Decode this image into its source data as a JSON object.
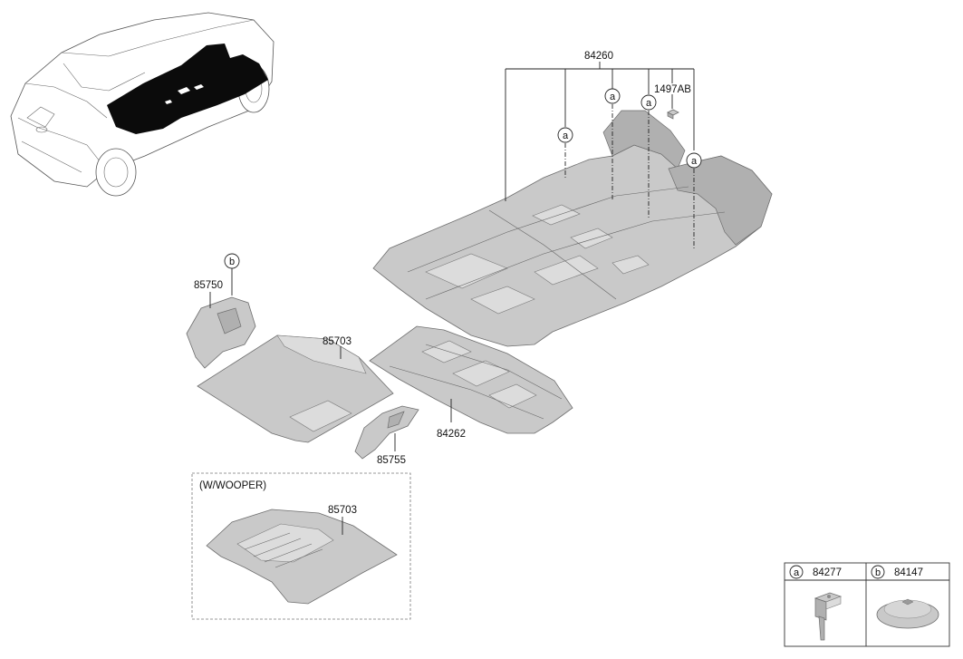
{
  "labels": {
    "main_carpet": "84260",
    "clip_1497ab": "1497AB",
    "rear_mat": "85703",
    "rear_mat_woofer": "85703",
    "side_cover_left": "85750",
    "side_cover_right": "85755",
    "second_row_carpet": "84262"
  },
  "callouts": {
    "a": "a",
    "b": "b"
  },
  "variant_box": {
    "title": "(W/WOOPER)"
  },
  "legend": {
    "items": [
      {
        "letter": "a",
        "part": "84277",
        "icon": "push-clip-icon"
      },
      {
        "letter": "b",
        "part": "84147",
        "icon": "round-fastener-icon"
      }
    ]
  },
  "colors": {
    "part_fill": "#c9c9c9",
    "part_stroke": "#6e6e6e",
    "line": "#222222"
  }
}
